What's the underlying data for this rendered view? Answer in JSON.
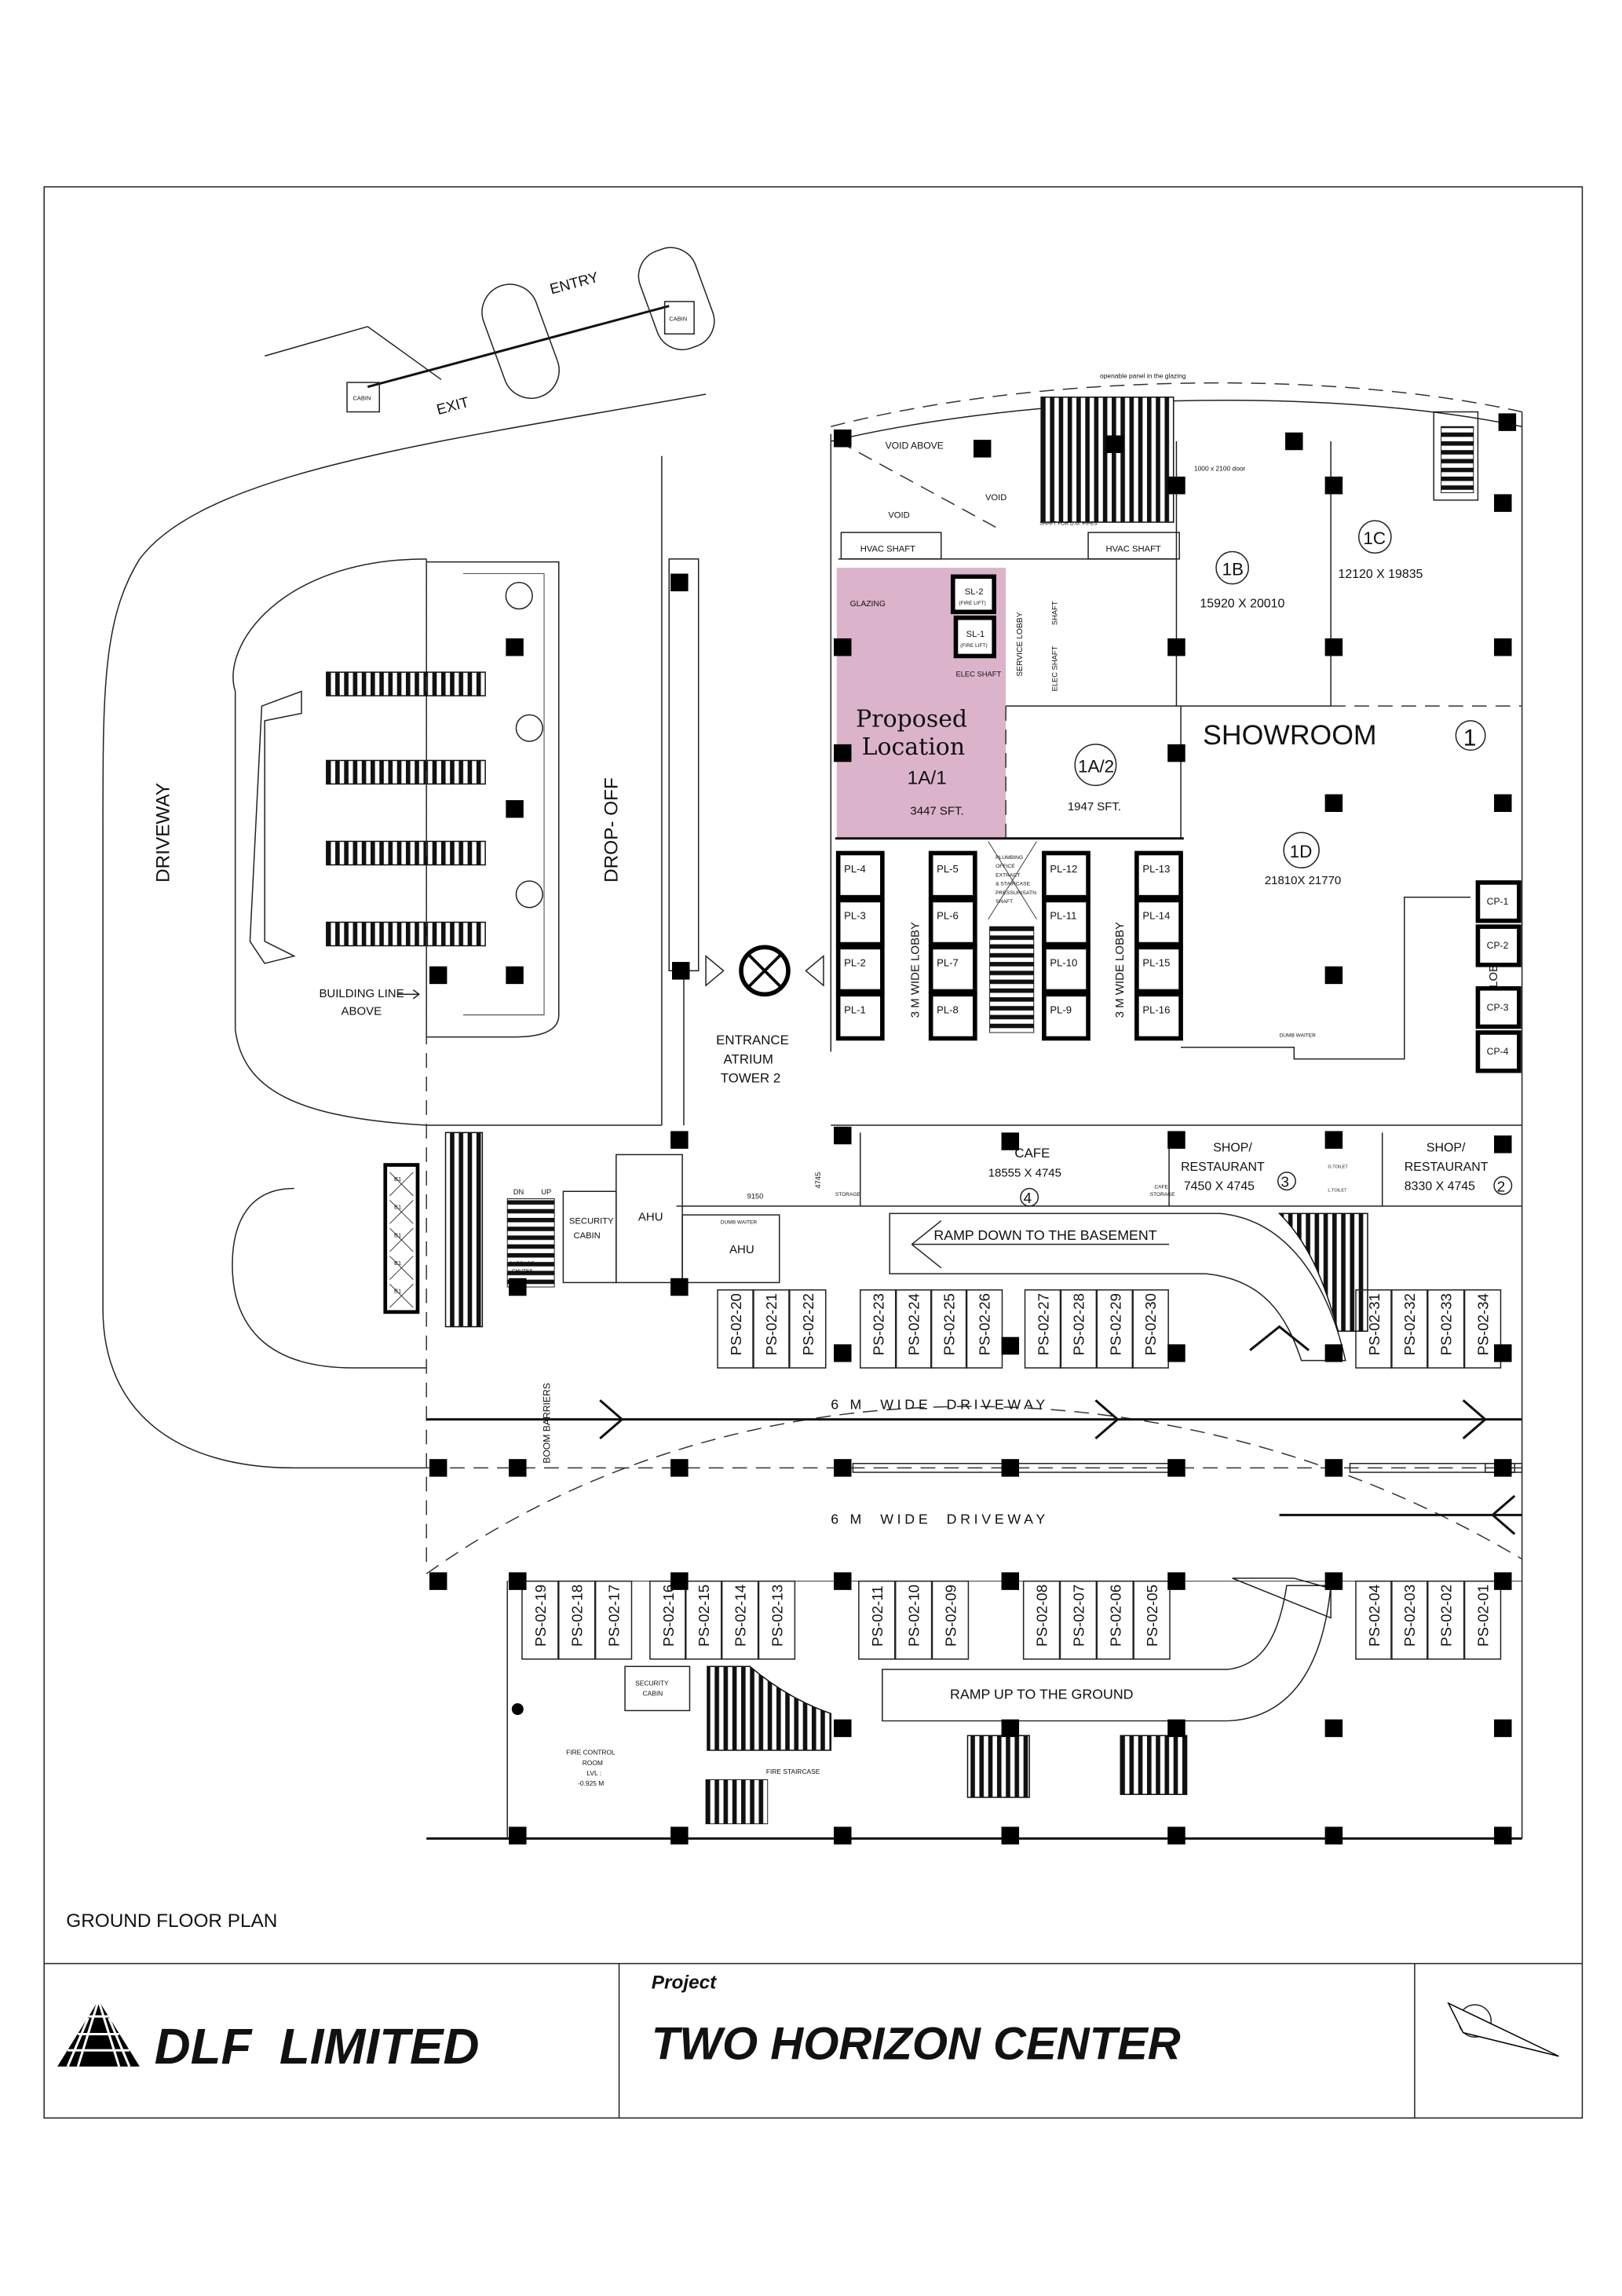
{
  "drawing_title": "GROUND FLOOR PLAN",
  "title_block": {
    "company": "DLF  LIMITED",
    "project_label": "Project",
    "project_name": "TWO HORIZON CENTER"
  },
  "entry": {
    "entry": "ENTRY",
    "exit": "EXIT",
    "cabin": "CABIN"
  },
  "site": {
    "driveway": "DRIVEWAY",
    "drop_off": "DROP- OFF",
    "building_line_1": "BUILDING LINE",
    "building_line_2": "ABOVE",
    "boom_barriers": "BOOM BARRIERS",
    "driveway_6m_a": "6 M  WIDE  DRIVEWAY",
    "driveway_6m_b": "6 M  WIDE  DRIVEWAY",
    "ramp_down": "RAMP DOWN TO THE BASEMENT",
    "ramp_up": "RAMP UP TO THE GROUND"
  },
  "core": {
    "openable_panel": "openable panel in the glazing",
    "void_above": "VOID ABOVE",
    "void_1": "VOID",
    "void_2": "VOID",
    "hvac_1": "HVAC SHAFT",
    "hvac_2": "HVAC SHAFT",
    "dg_pipes": "SHAFT FOR D.G. PIPES",
    "door_note": "1000 x 2100 door",
    "glazing": "GLAZING",
    "sl2": "SL-2",
    "sl1": "SL-1",
    "fire_lift": "(FIRE LIFT)",
    "service_lobby": "SERVICE LOBBY",
    "shaft": "SHAFT",
    "elec_shaft": "ELEC SHAFT",
    "elec_shaft_2": "ELEC SHAFT",
    "plumbing_shaft": [
      "PLUMBING",
      "OFFICE",
      "EXTRACT",
      "& STAIRCASE",
      "PRESSURISATN",
      "SHAFT"
    ],
    "lobby_a": "3 M WIDE LOBBY",
    "lobby_b": "3 M WIDE LOBBY",
    "lift_lobby": "LIFT LOBBY",
    "lifts_left": [
      "PL-4",
      "PL-3",
      "PL-2",
      "PL-1"
    ],
    "lifts_mid_a": [
      "PL-5",
      "PL-6",
      "PL-7",
      "PL-8"
    ],
    "lifts_mid_b": [
      "PL-12",
      "PL-11",
      "PL-10",
      "PL-9"
    ],
    "lifts_right": [
      "PL-13",
      "PL-14",
      "PL-15",
      "PL-16"
    ],
    "car_lifts": [
      "CP-1",
      "CP-2",
      "CP-3",
      "CP-4"
    ],
    "dumb_waiter": "DUMB WAITER",
    "dn": "DN",
    "up": "UP"
  },
  "units": {
    "unit_1b": {
      "id": "1B",
      "size": "15920 X 20010"
    },
    "unit_1c": {
      "id": "1C",
      "size": "12120 X 19835"
    },
    "unit_1d": {
      "id": "1D",
      "size": "21810X 21770"
    },
    "unit_1a1": {
      "id": "1A/1",
      "area": "3447 SFT.",
      "note_1": "Proposed",
      "note_2": "Location"
    },
    "unit_1a2": {
      "id": "1A/2",
      "area": "1947 SFT."
    },
    "showroom": {
      "label": "SHOWROOM",
      "num": "1"
    },
    "cafe": {
      "label": "CAFE",
      "size": "18555 X 4745",
      "num": "4"
    },
    "shop3": {
      "l1": "SHOP/",
      "l2": "RESTAURANT",
      "size": "7450 X 4745",
      "num": "3"
    },
    "shop2": {
      "l1": "SHOP/",
      "l2": "RESTAURANT",
      "size": "8330 X 4745",
      "num": "2"
    },
    "storage": "STORAGE",
    "cafe_storage_1": "CAFE",
    "cafe_storage_2": "STORAGE",
    "g_toilet": "G.TOILET",
    "l_toilet": "L.TOILET"
  },
  "atrium": {
    "l1": "ENTRANCE",
    "l2": "ATRIUM",
    "l3": "TOWER 2"
  },
  "services": {
    "security_1": "SECURITY",
    "security_2": "CABIN",
    "ahu_1": "AHU",
    "ahu_2": "AHU",
    "dim_9150": "9150",
    "dim_4745": "4745",
    "garbage_1": "GARBAGE",
    "garbage_2": "CHUTES",
    "b1_labels": [
      "B1",
      "B1",
      "B1",
      "B1",
      "B1"
    ],
    "security_lower_1": "SECURITY",
    "security_lower_2": "CABIN",
    "fire_control": [
      "FIRE CONTROL",
      "ROOM",
      "LVL :",
      "-0.925 M"
    ],
    "fire_staircase": "FIRE STAIRCASE"
  },
  "parking_upper": [
    "PS-02-20",
    "PS-02-21",
    "PS-02-22",
    "PS-02-23",
    "PS-02-24",
    "PS-02-25",
    "PS-02-26",
    "PS-02-27",
    "PS-02-28",
    "PS-02-29",
    "PS-02-30",
    "PS-02-31",
    "PS-02-32",
    "PS-02-33",
    "PS-02-34"
  ],
  "parking_lower": [
    "PS-02-19",
    "PS-02-18",
    "PS-02-17",
    "PS-02-16",
    "PS-02-15",
    "PS-02-14",
    "PS-02-13",
    "PS-02-11",
    "PS-02-10",
    "PS-02-09",
    "PS-02-08",
    "PS-02-07",
    "PS-02-06",
    "PS-02-05",
    "PS-02-04",
    "PS-02-03",
    "PS-02-02",
    "PS-02-01"
  ],
  "colors": {
    "proposed_fill": "#dbb4cb",
    "line": "#222222",
    "column": "#000000"
  }
}
